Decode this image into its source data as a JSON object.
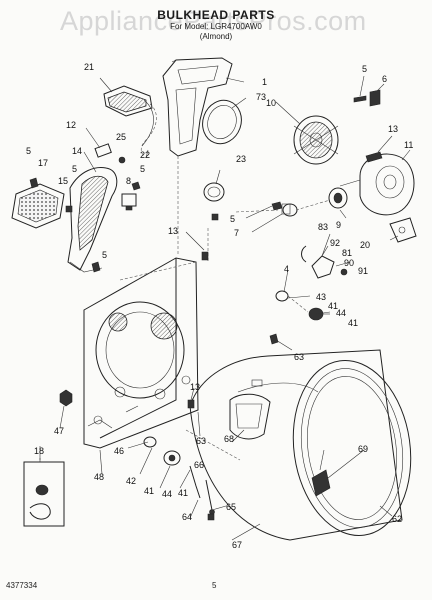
{
  "header": {
    "watermark": "AppliancePartsPros.com",
    "title": "BULKHEAD PARTS",
    "subtitle": "For Model: LGR4700AW0",
    "variant": "(Almond)"
  },
  "footer": {
    "part_number": "4377334",
    "page_number": "5"
  },
  "callouts": {
    "c1": "1",
    "c4": "4",
    "c5a": "5",
    "c5b": "5",
    "c5c": "5",
    "c5d": "5",
    "c5e": "5",
    "c5f": "5",
    "c6": "6",
    "c7": "7",
    "c8": "8",
    "c9": "9",
    "c10": "10",
    "c11": "11",
    "c12": "12",
    "c13a": "13",
    "c13b": "13",
    "c13c": "13",
    "c14": "14",
    "c15": "15",
    "c17": "17",
    "c18": "18",
    "c20": "20",
    "c21": "21",
    "c22": "22",
    "c23": "23",
    "c25": "25",
    "c41a": "41",
    "c41b": "41",
    "c41c": "41",
    "c41d": "41",
    "c42": "42",
    "c43": "43",
    "c44a": "44",
    "c44b": "44",
    "c46": "46",
    "c47": "47",
    "c48": "48",
    "c62": "62",
    "c63a": "63",
    "c63b": "63",
    "c64": "64",
    "c65": "65",
    "c66": "66",
    "c67": "67",
    "c68": "68",
    "c69": "69",
    "c73": "73",
    "c81": "81",
    "c83": "83",
    "c90": "90",
    "c91": "91",
    "c92": "92"
  }
}
